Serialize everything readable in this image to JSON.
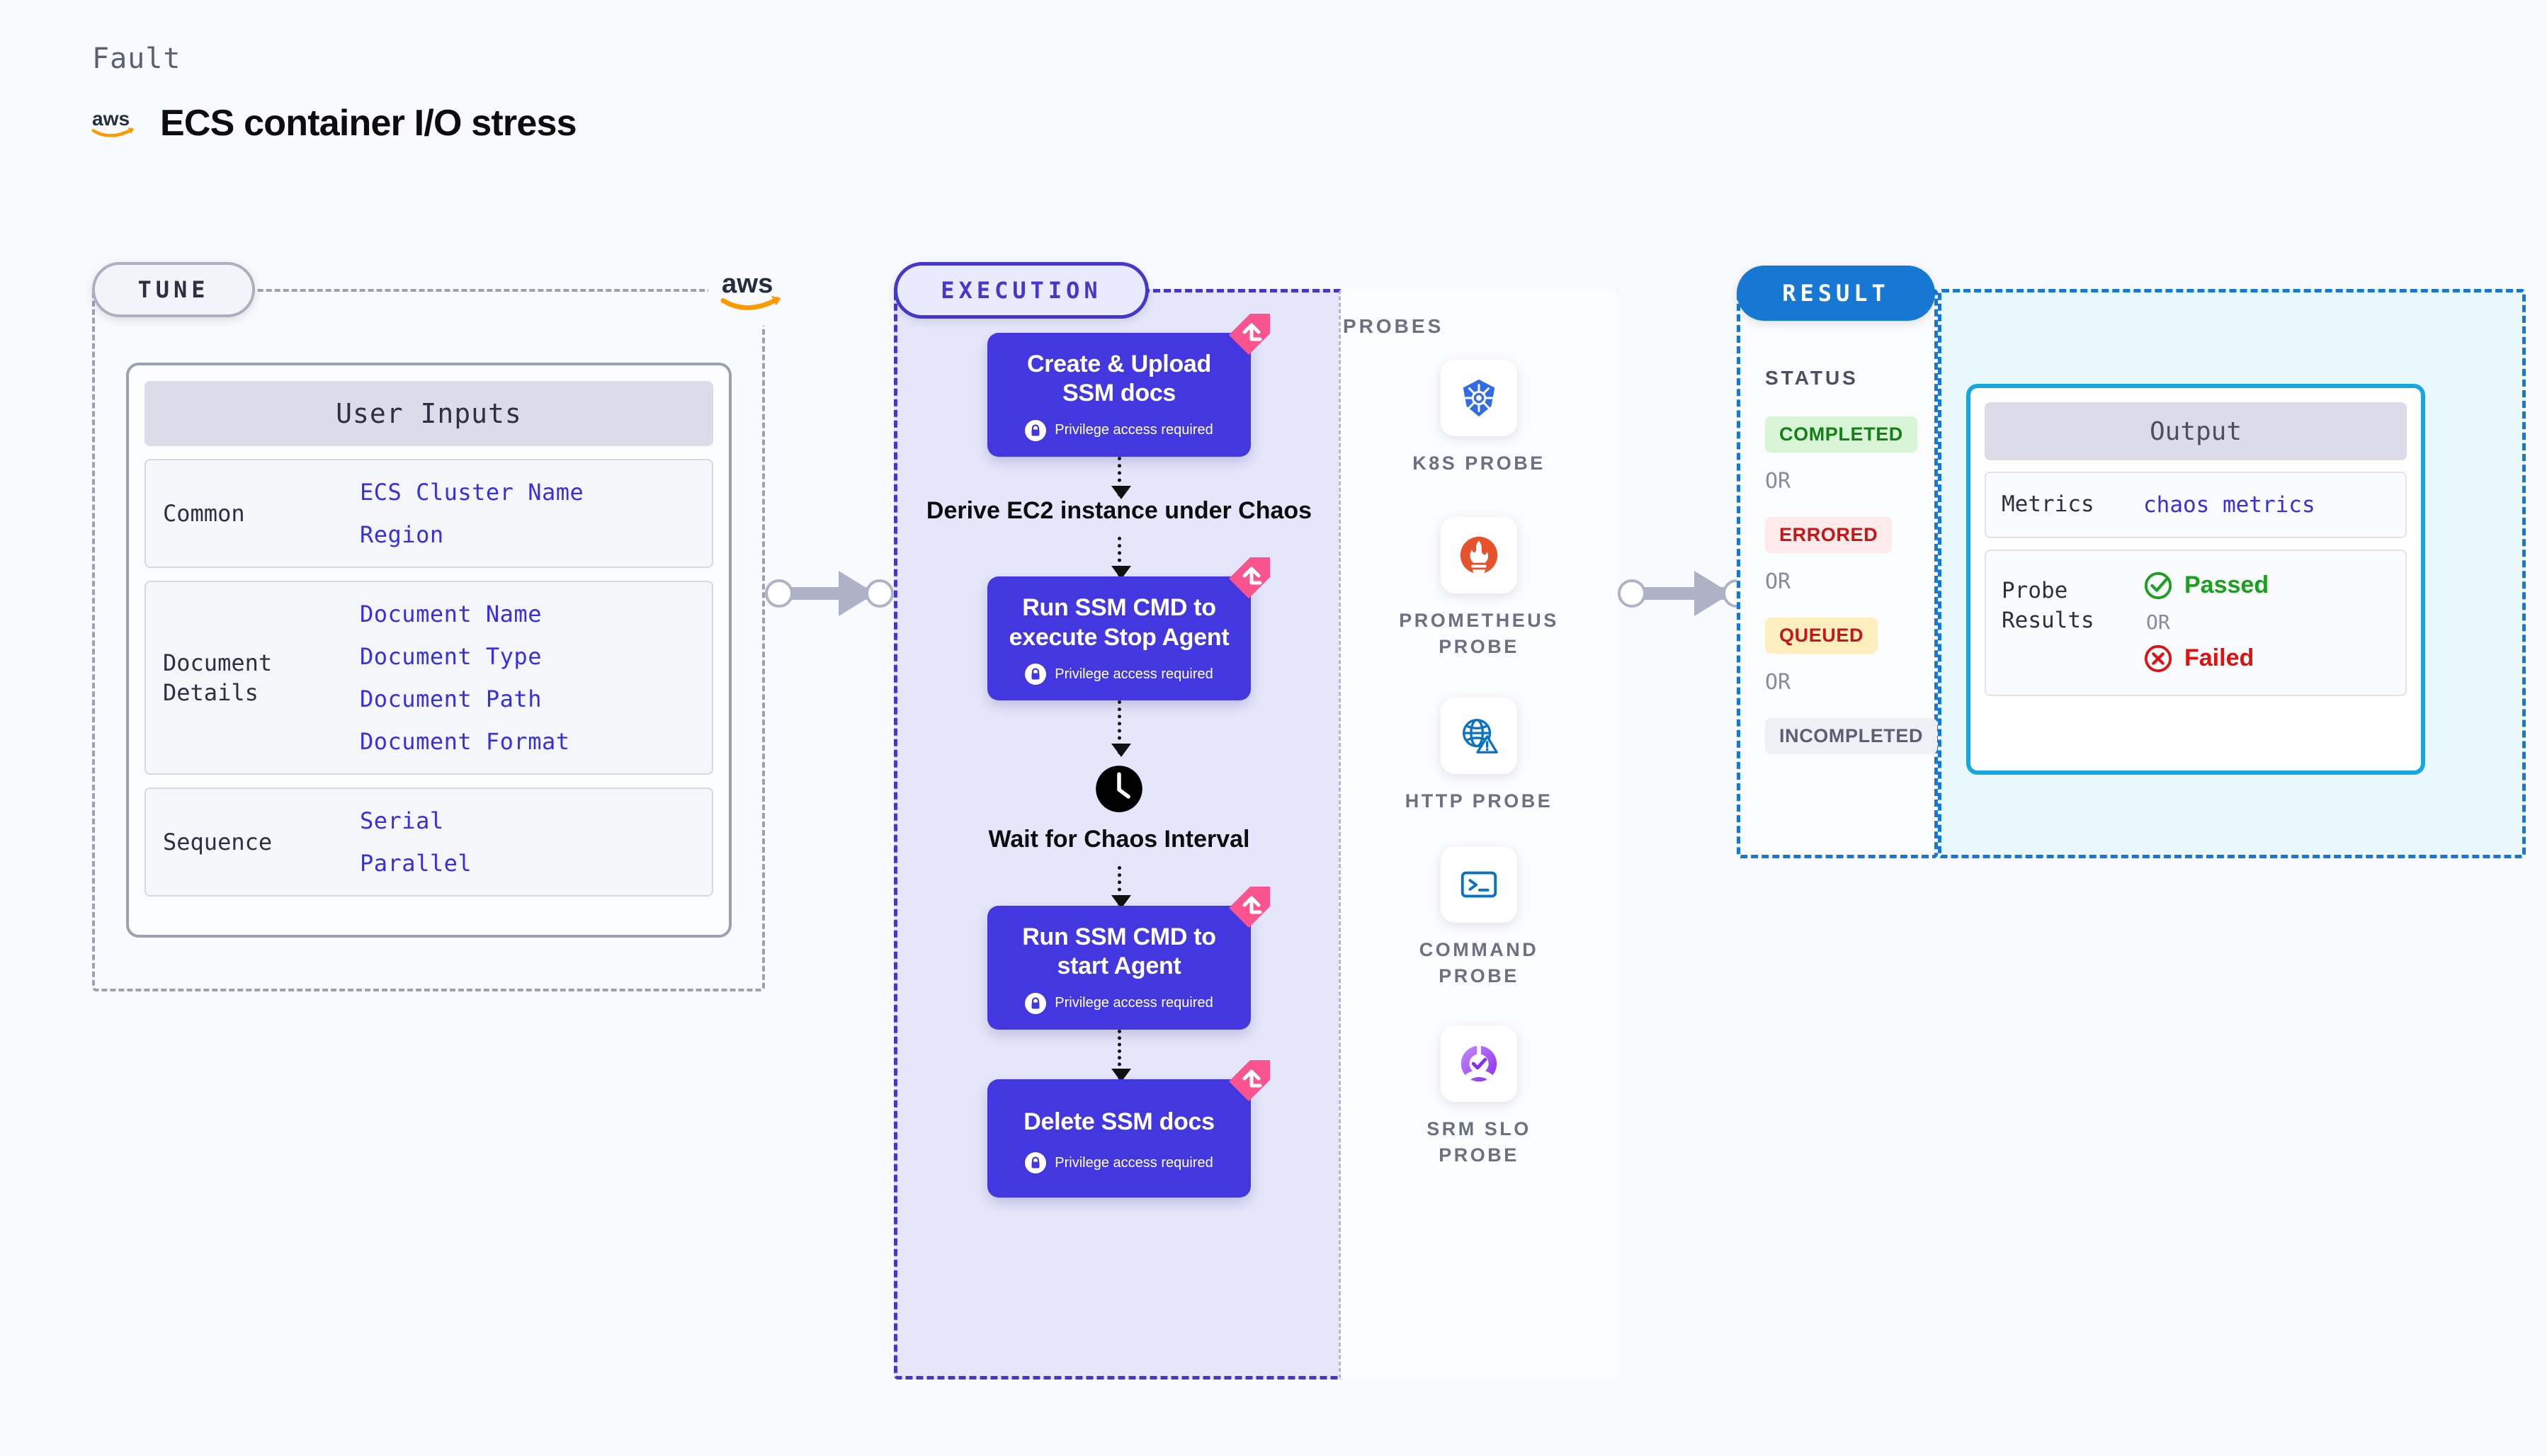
{
  "header": {
    "kicker": "Fault",
    "title": "ECS container I/O stress",
    "brand_icon": "aws-logo"
  },
  "tune": {
    "pill_label": "TUNE",
    "card_title": "User Inputs",
    "groups": [
      {
        "label": "Common",
        "values": [
          "ECS Cluster Name",
          "Region"
        ]
      },
      {
        "label": "Document\nDetails",
        "values": [
          "Document Name",
          "Document Type",
          "Document Path",
          "Document Format"
        ]
      },
      {
        "label": "Sequence",
        "values": [
          "Serial",
          "Parallel"
        ]
      }
    ]
  },
  "execution": {
    "pill_label": "EXECUTION",
    "privilege_note": "Privilege access required",
    "nodes": [
      {
        "type": "action",
        "title": "Create & Upload SSM docs",
        "privileged": true,
        "flagged": true
      },
      {
        "type": "plain",
        "title": "Derive EC2 instance under Chaos"
      },
      {
        "type": "action",
        "title": "Run SSM CMD to execute Stop Agent",
        "privileged": true,
        "flagged": true
      },
      {
        "type": "wait",
        "title": "Wait for Chaos Interval",
        "icon": "clock-icon"
      },
      {
        "type": "action",
        "title": "Run SSM CMD to start Agent",
        "privileged": true,
        "flagged": true
      },
      {
        "type": "action",
        "title": "Delete SSM docs",
        "privileged": true,
        "flagged": true
      }
    ]
  },
  "probes": {
    "title": "PROBES",
    "items": [
      {
        "label": "K8S PROBE",
        "icon": "kubernetes-icon"
      },
      {
        "label": "PROMETHEUS PROBE",
        "icon": "prometheus-icon"
      },
      {
        "label": "HTTP PROBE",
        "icon": "globe-warning-icon"
      },
      {
        "label": "COMMAND PROBE",
        "icon": "terminal-icon"
      },
      {
        "label": "SRM SLO PROBE",
        "icon": "srm-slo-icon"
      }
    ]
  },
  "result": {
    "pill_label": "RESULT",
    "status_title": "STATUS",
    "or_label": "OR",
    "statuses": [
      {
        "label": "COMPLETED",
        "text_color": "#148016",
        "bg_color": "#d9f5d8"
      },
      {
        "label": "ERRORED",
        "text_color": "#c41717",
        "bg_color": "#fdeaea"
      },
      {
        "label": "QUEUED",
        "text_color": "#c41717",
        "bg_color": "#fdeec0"
      },
      {
        "label": "INCOMPLETED",
        "text_color": "#5a6072",
        "bg_color": "#eef0f5"
      }
    ],
    "output": {
      "title": "Output",
      "metrics_label": "Metrics",
      "metrics_value": "chaos metrics",
      "probe_results_label": "Probe\nResults",
      "passed_label": "Passed",
      "failed_label": "Failed",
      "or_label": "OR"
    }
  },
  "colors": {
    "page_bg": "#F9FAFD",
    "node_indigo": "#4338E0",
    "exec_panel_bg": "#E6E6FB",
    "result_panel_bg": "#E8F8FD",
    "result_pill": "#1778D4",
    "flag_pink": "#F9548E",
    "accent_blue_link": "#3730E0"
  }
}
